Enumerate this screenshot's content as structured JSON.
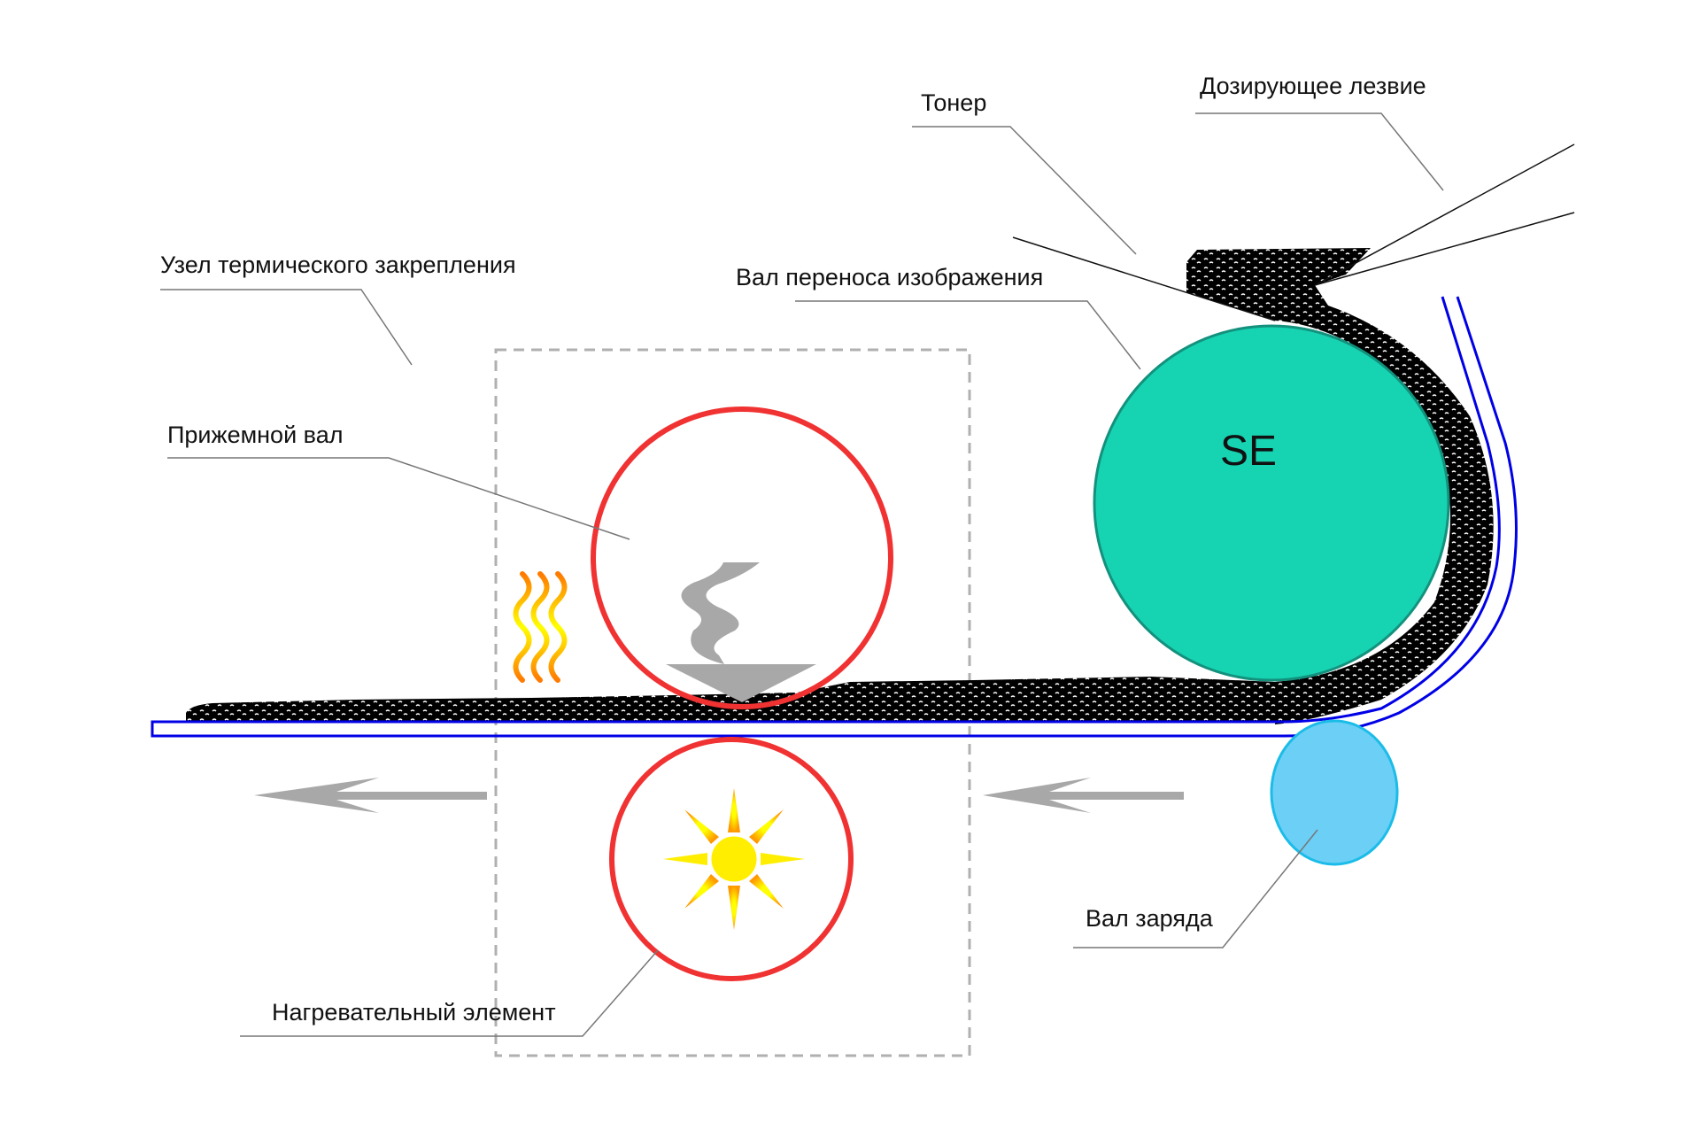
{
  "diagram": {
    "title": "Laser printer toner transfer and fusing diagram",
    "labels": {
      "toner": "Тонер",
      "doctor_blade": "Дозирующее лезвие",
      "fuser_unit": "Узел термического закрепления",
      "transfer_roller": "Вал переноса изображения",
      "pressure_roller": "Прижемной вал",
      "heating_element": "Нагревательный элемент",
      "charge_roller": "Вал заряда"
    },
    "drum_text": "SE",
    "colors": {
      "drum_fill": "#16d3b2",
      "drum_stroke": "#13917d",
      "fuser_rollers": "#f03232",
      "paper": "#0000e6",
      "charge_roller_fill": "#6ccff6",
      "charge_roller_stroke": "#1bbce8",
      "arrow": "#a8a8a8",
      "dashed_box": "#b0b0b0",
      "toner": "#000000",
      "sun_core": "#ffff00",
      "sun_ray": "#ff9900"
    },
    "icons": {
      "heat": "heat-waves-icon",
      "sun": "sun-icon",
      "pressure": "squiggle-arrow-icon",
      "direction": "left-arrow-icon"
    }
  }
}
